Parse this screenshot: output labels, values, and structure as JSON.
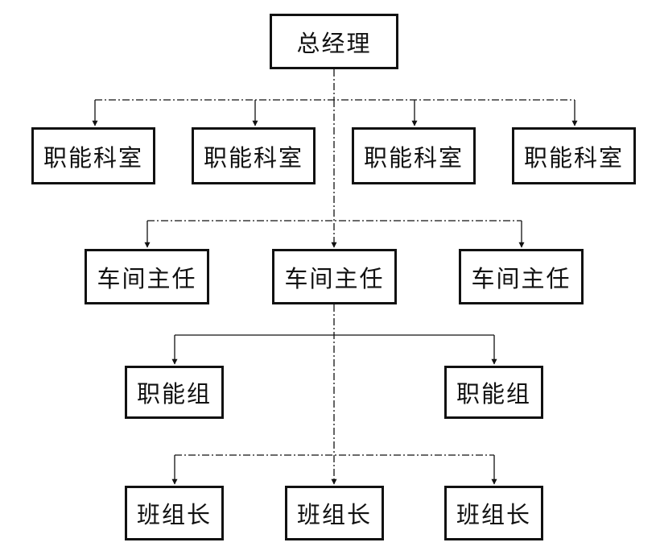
{
  "diagram": {
    "general_manager": "总经理",
    "functional_departments": [
      "职能科室",
      "职能科室",
      "职能科室",
      "职能科室"
    ],
    "workshop_directors": [
      "车间主任",
      "车间主任",
      "车间主任"
    ],
    "functional_groups": [
      "职能组",
      "职能组"
    ],
    "team_leaders": [
      "班组长",
      "班组长",
      "班组长"
    ],
    "line_color": "#111111"
  }
}
